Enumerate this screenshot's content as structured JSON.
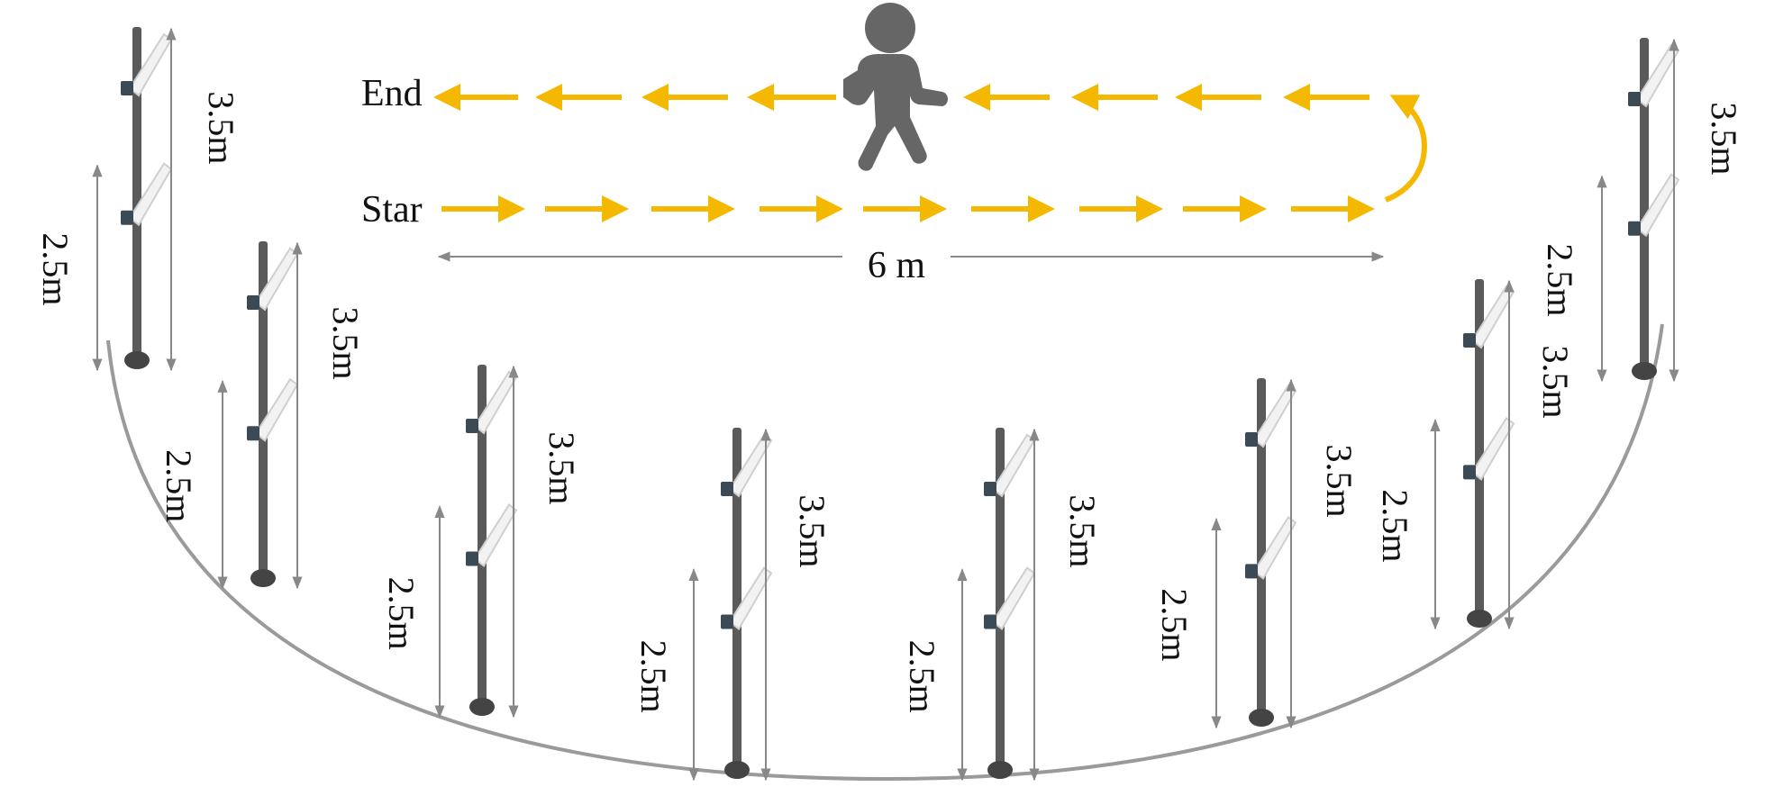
{
  "path_labels": {
    "end": "End",
    "start": "Star"
  },
  "width_label": "6 m",
  "cameras": [
    {
      "upper_height": "3.5m",
      "lower_height": "2.5m"
    },
    {
      "upper_height": "3.5m",
      "lower_height": "2.5m"
    },
    {
      "upper_height": "3.5m",
      "lower_height": "2.5m"
    },
    {
      "upper_height": "3.5m",
      "lower_height": "2.5m"
    },
    {
      "upper_height": "3.5m",
      "lower_height": "2.5m"
    },
    {
      "upper_height": "3.5m",
      "lower_height": "2.5m"
    },
    {
      "upper_height": "3.5m",
      "lower_height": "2.5m"
    },
    {
      "upper_height": "3.5m",
      "lower_height": "2.5m"
    }
  ],
  "icons": [
    "walking-person-icon",
    "camera-pole-icon",
    "arrow-left-icon",
    "arrow-right-icon",
    "u-turn-arrow-icon"
  ],
  "colors": {
    "arrow": "#F5B800",
    "person": "#666666",
    "dimension": "#888888",
    "arc": "#9a9a9a",
    "pole": "#555555"
  }
}
